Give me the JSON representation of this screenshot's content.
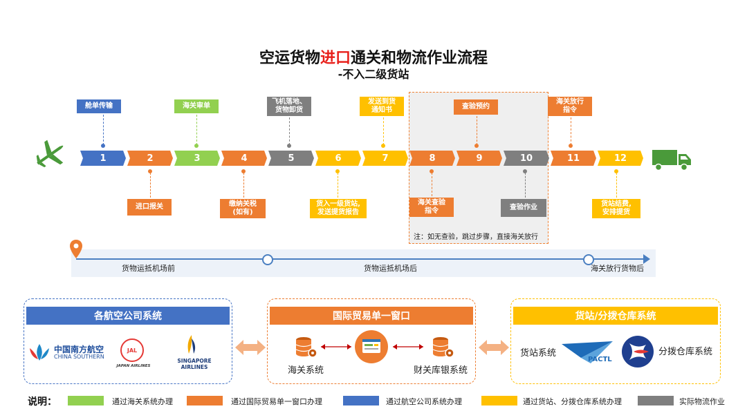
{
  "title": {
    "part1": "空运货物",
    "highlight": "进口",
    "part2": "通关和物流作业流程"
  },
  "subtitle": "-不入二级货站",
  "colors": {
    "blue": "#4472c4",
    "orange": "#ed7d31",
    "green": "#92d050",
    "gray": "#7f7f7f",
    "yellow": "#ffc000"
  },
  "steps": [
    "1",
    "2",
    "3",
    "4",
    "5",
    "6",
    "7",
    "8",
    "9",
    "10",
    "11",
    "12"
  ],
  "top_labels": {
    "s1": "舱单传输",
    "s3": "海关审单",
    "s5": [
      "飞机落地、",
      "货物卸货"
    ],
    "s7": [
      "发送到货",
      "通知书"
    ],
    "s9": "查验预约",
    "s11": [
      "海关放行",
      "指令"
    ]
  },
  "bottom_labels": {
    "s2": "进口报关",
    "s4": [
      "缴纳关税",
      "(如有)"
    ],
    "s6": [
      "货入一级货站,",
      "发送提货报告"
    ],
    "s8": [
      "海关查验",
      "指令"
    ],
    "s10": "查验作业",
    "s12": [
      "货站结费,",
      "安排提货"
    ]
  },
  "note": "注：如无查验，跳过步骤，直接海关放行",
  "timeline": [
    "货物运抵机场前",
    "货物运抵机场后",
    "海关放行货物后"
  ],
  "panels": {
    "airline": {
      "title": "各航空公司系统",
      "logos": [
        "CHINA SOUTHERN",
        "中国南方航空",
        "JAPAN AIRLINES",
        "JAL",
        "SINGAPORE",
        "AIRLINES"
      ]
    },
    "window": {
      "title": "国际贸易单一窗口",
      "customs": "海关系统",
      "finance": "财关库银系统"
    },
    "station": {
      "title": "货站/分拨仓库系统",
      "station_sys": "货站系统",
      "pactl": "PACTL",
      "warehouse": "分拨仓库系统"
    }
  },
  "legend": {
    "label": "说明：",
    "items": [
      "通过海关系统办理",
      "通过国际贸易单一窗口办理",
      "通过航空公司系统办理",
      "通过货站、分拨仓库系统办理",
      "实际物流作业"
    ]
  }
}
